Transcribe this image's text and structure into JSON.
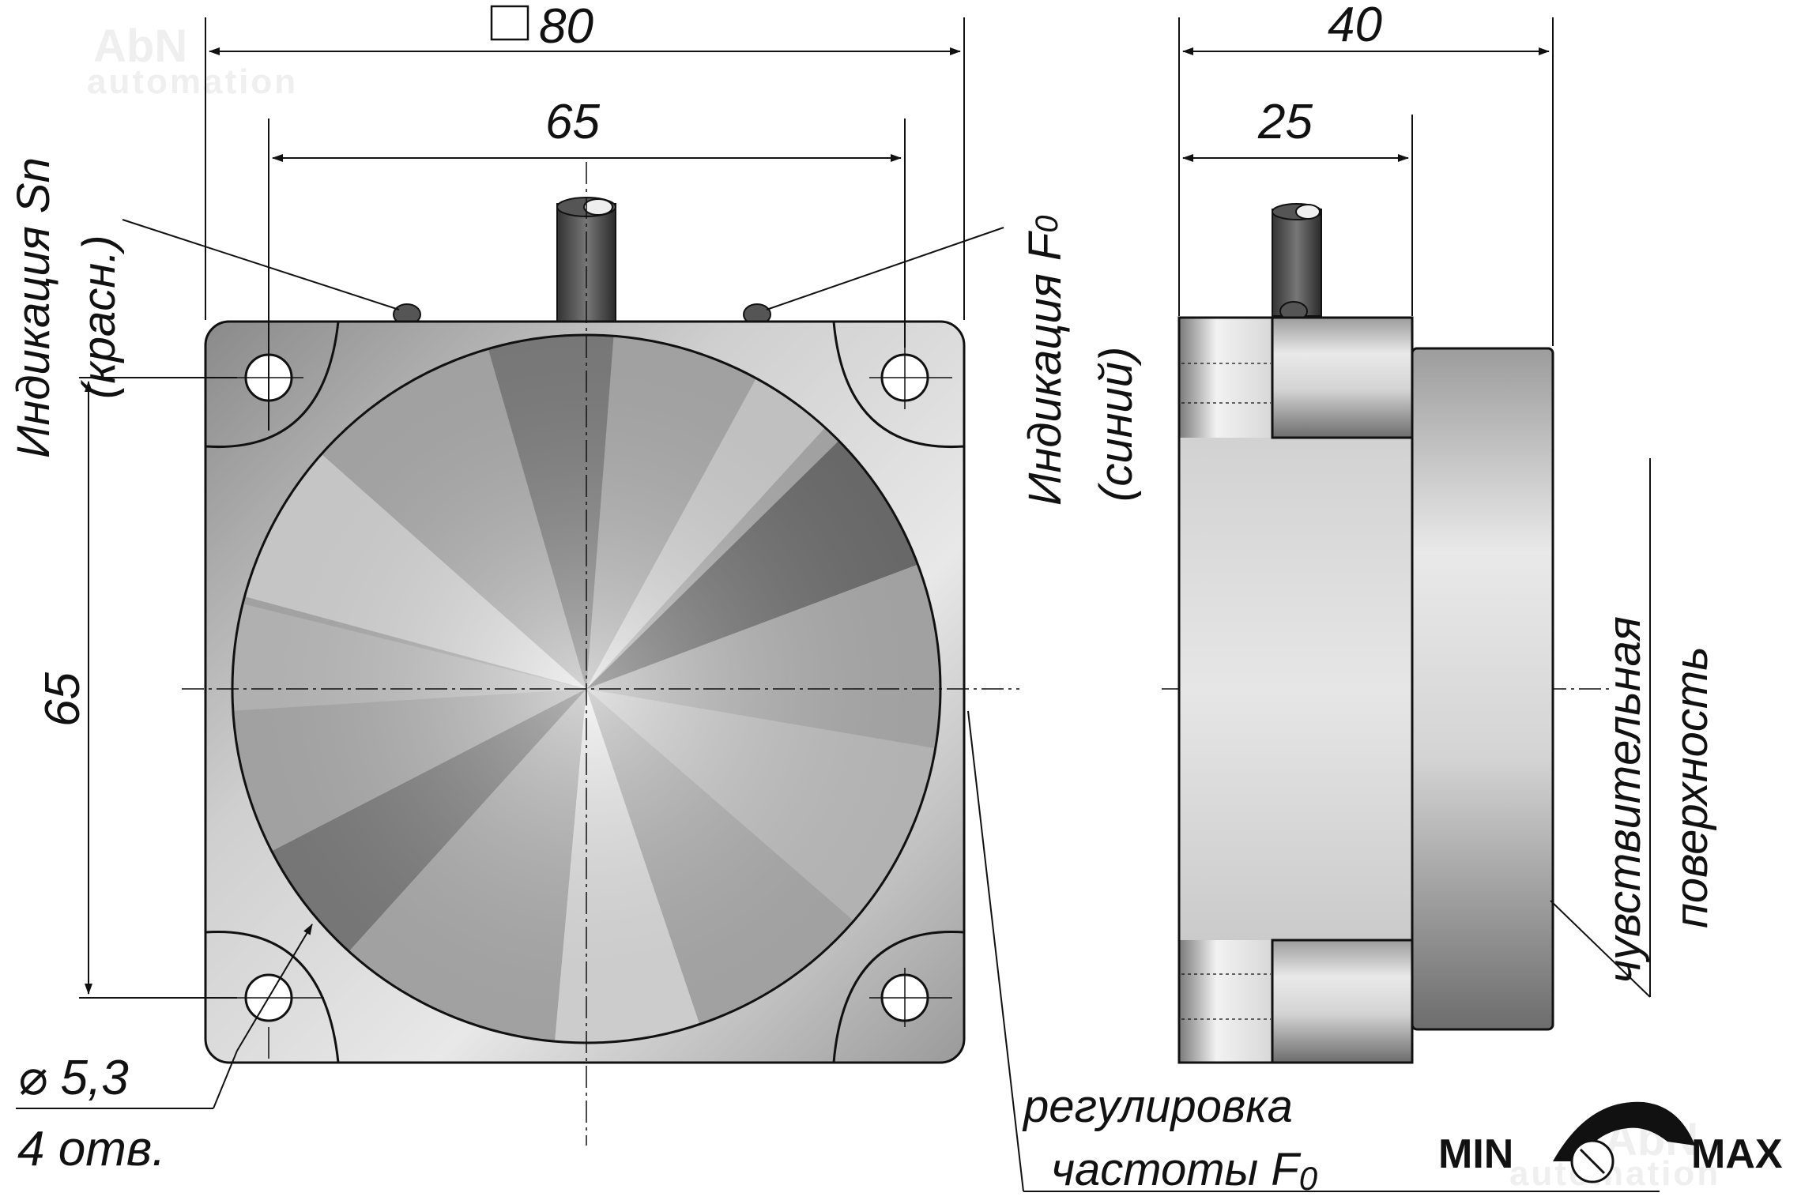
{
  "watermark": {
    "brand": "AbN",
    "sub": "automation"
  },
  "dimensions": {
    "front_width_prefix": "□",
    "front_width": "80",
    "hole_spacing_h": "65",
    "hole_spacing_v": "65",
    "side_depth_total": "40",
    "side_depth_body": "25",
    "hole_diameter": "⌀ 5,3",
    "hole_count": "4 отв."
  },
  "labels": {
    "indication_sn_line1": "Индикация Sn",
    "indication_sn_line2": "(красн.)",
    "indication_f0_line1": "Индикация F",
    "indication_f0_sub": "0",
    "indication_f0_line2": "(синий)",
    "sensing_line1": "чувствительная",
    "sensing_line2": "поверхность",
    "freq_line1": "регулировка",
    "freq_line2": "частоты F",
    "freq_sub": "0"
  },
  "adjuster": {
    "min": "MIN",
    "max": "MAX"
  },
  "colors": {
    "line": "#111111",
    "body": "#d6d6d6",
    "face_dark": "#7a7a7a",
    "face_light": "#f4f4f4"
  }
}
